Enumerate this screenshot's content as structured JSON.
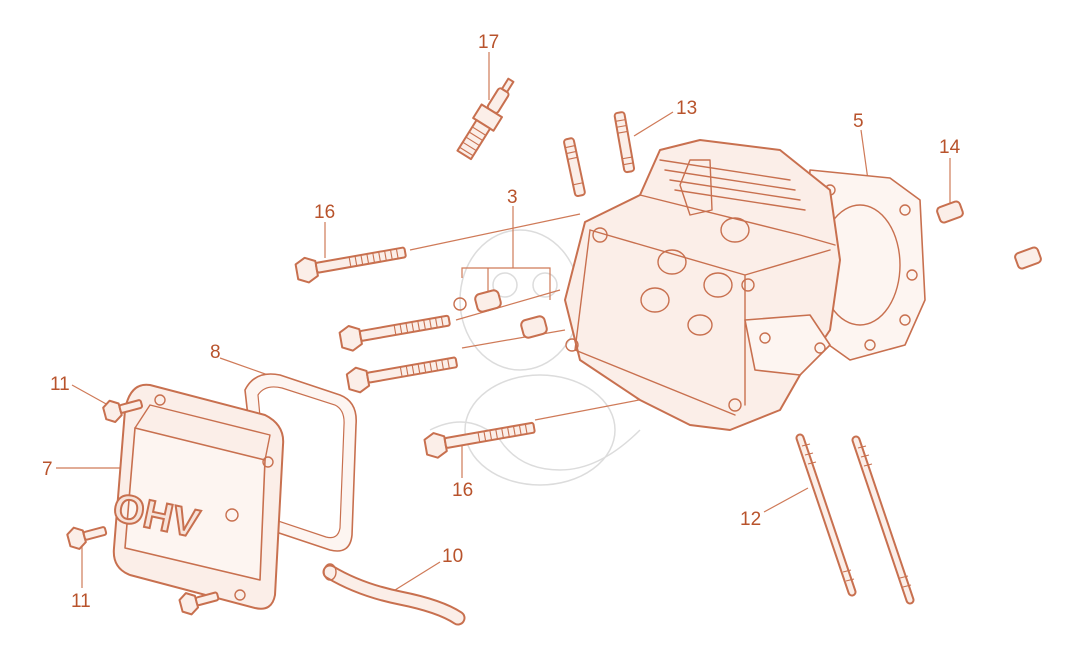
{
  "callouts": [
    {
      "id": "c17",
      "label": "17"
    },
    {
      "id": "c13",
      "label": "13"
    },
    {
      "id": "c5",
      "label": "5"
    },
    {
      "id": "c14",
      "label": "14"
    },
    {
      "id": "c16a",
      "label": "16"
    },
    {
      "id": "c3",
      "label": "3"
    },
    {
      "id": "c8",
      "label": "8"
    },
    {
      "id": "c11a",
      "label": "11"
    },
    {
      "id": "c7",
      "label": "7"
    },
    {
      "id": "c11b",
      "label": "11"
    },
    {
      "id": "c16b",
      "label": "16"
    },
    {
      "id": "c10",
      "label": "10"
    },
    {
      "id": "c12",
      "label": "12"
    }
  ],
  "cover_logo": "OHV",
  "colors": {
    "line": "#c8704f",
    "label": "#b8532c",
    "fill": "#fbeee8"
  }
}
